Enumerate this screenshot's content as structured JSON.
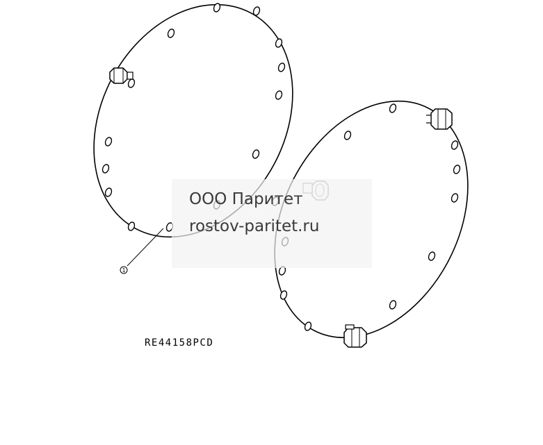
{
  "diagram": {
    "part_number": "RE44158PCD",
    "callouts": [
      {
        "label": "1"
      }
    ]
  },
  "watermark": {
    "line1": "ООО Паритет",
    "line2": "rostov-paritet.ru",
    "color": "#f2f2f2"
  },
  "colors": {
    "line": "#000000",
    "background": "#ffffff"
  }
}
